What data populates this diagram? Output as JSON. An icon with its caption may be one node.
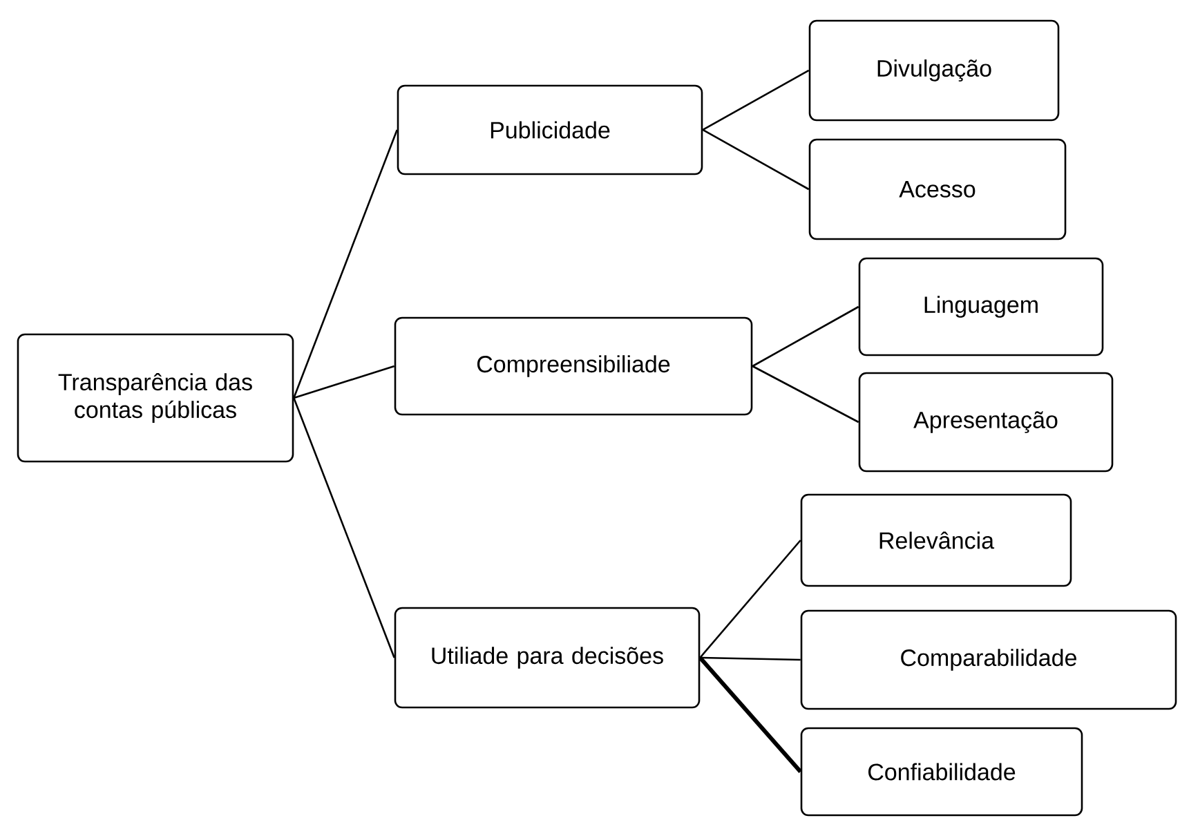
{
  "diagram": {
    "nodes": [
      {
        "text": [
          "Transparência das contas públicas"
        ]
      },
      {
        "text": [
          "Publicidade"
        ]
      },
      {
        "text": [
          "Compreensibiliade"
        ]
      },
      {
        "text": [
          "Utiliade para decisões"
        ]
      },
      {
        "text": [
          "Divulgação"
        ]
      },
      {
        "text": [
          "Acesso"
        ]
      },
      {
        "text": [
          "Linguagem"
        ]
      },
      {
        "text": [
          "Apresentação"
        ]
      },
      {
        "text": [
          "Relevância"
        ]
      },
      {
        "text": [
          "Comparabilidade"
        ]
      },
      {
        "text": [
          "Confiabilidade"
        ]
      }
    ],
    "edges": [
      {
        "from": 0,
        "to": 1,
        "arrow": "none"
      },
      {
        "from": 0,
        "to": 2,
        "arrow": "none"
      },
      {
        "from": 0,
        "to": 3,
        "arrow": "none"
      },
      {
        "from": 1,
        "to": 4,
        "arrow": "none"
      },
      {
        "from": 1,
        "to": 5,
        "arrow": "none"
      },
      {
        "from": 2,
        "to": 6,
        "arrow": "none"
      },
      {
        "from": 2,
        "to": 7,
        "arrow": "none"
      },
      {
        "from": 3,
        "to": 8,
        "arrow": "none"
      },
      {
        "from": 3,
        "to": 9,
        "arrow": "none"
      },
      {
        "from": 3,
        "to": 10,
        "arrow": "none",
        "style": "thick"
      }
    ]
  }
}
